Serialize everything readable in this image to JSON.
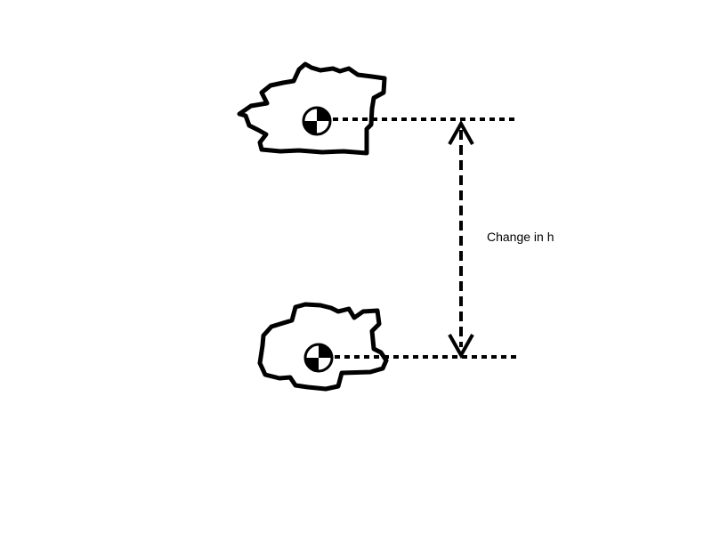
{
  "diagram": {
    "label": "Change in h",
    "colors": {
      "stroke": "#000000",
      "background": "#ffffff"
    },
    "objects": [
      {
        "name": "upper-object",
        "icon": "center-of-mass-icon"
      },
      {
        "name": "lower-object",
        "icon": "center-of-mass-icon"
      }
    ],
    "arrow": {
      "style": "dashed",
      "direction": "double-headed"
    },
    "reference_lines": {
      "style": "dotted"
    }
  }
}
